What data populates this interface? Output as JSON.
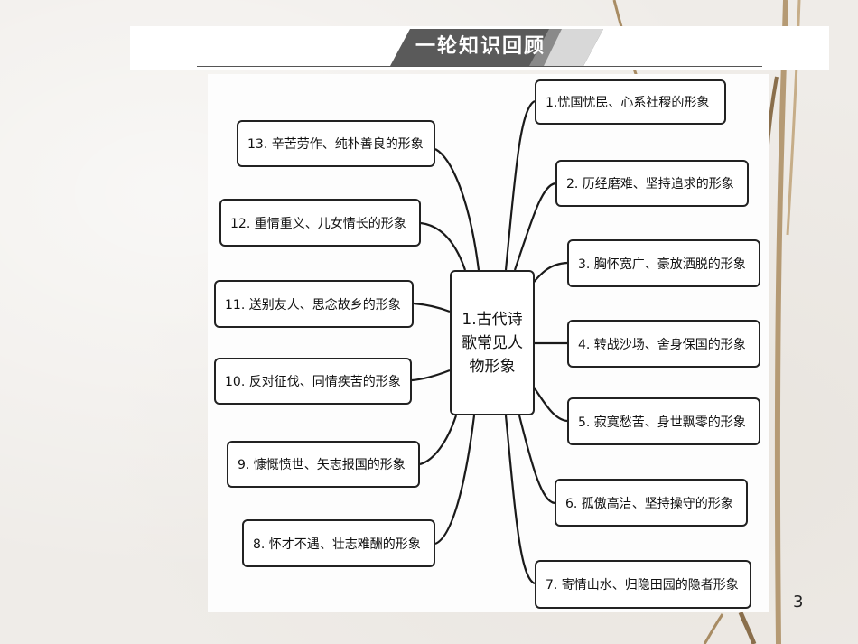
{
  "header": {
    "title": "一轮知识回顾"
  },
  "mindmap": {
    "center": "1.古代诗歌常见人物形象",
    "right_nodes": [
      "1.忧国忧民、心系社稷的形象",
      "2. 历经磨难、坚持追求的形象",
      "3. 胸怀宽广、豪放洒脱的形象",
      "4. 转战沙场、舍身保国的形象",
      "5. 寂寞愁苦、身世飘零的形象",
      "6. 孤傲高洁、坚持操守的形象",
      "7. 寄情山水、归隐田园的隐者形象"
    ],
    "left_nodes": [
      "13. 辛苦劳作、纯朴善良的形象",
      "12. 重情重义、儿女情长的形象",
      "11. 送别友人、思念故乡的形象",
      "10. 反对征伐、同情疾苦的形象",
      "9. 慷慨愤世、矢志报国的形象",
      "8. 怀才不遇、壮志难酬的形象"
    ]
  },
  "page_number": "3",
  "colors": {
    "title_tab": "#5a5a5a",
    "line": "#1a1a1a",
    "branch": "#b79a6e"
  }
}
